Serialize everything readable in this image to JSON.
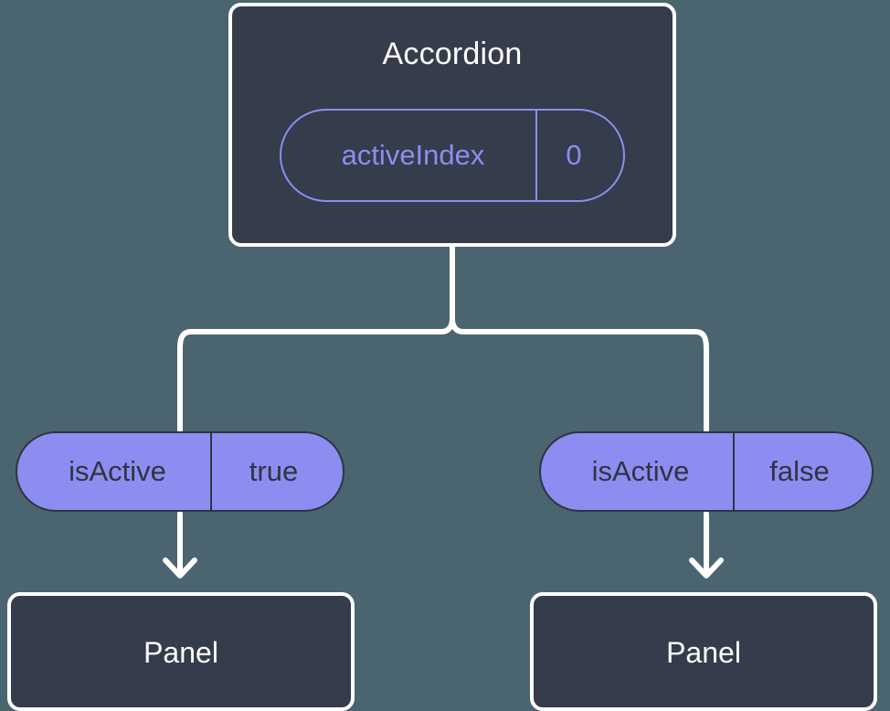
{
  "diagram": {
    "title_text": "Accordion",
    "background_color": "#4a6570",
    "node_fill": "#353c4b",
    "node_stroke": "#ffffff",
    "accent_purple": "#8b8ef0",
    "dark_text": "#2f3440",
    "parent": {
      "name": "Accordion",
      "state": {
        "key": "activeIndex",
        "value": "0"
      }
    },
    "children": [
      {
        "prop": {
          "key": "isActive",
          "value": "true"
        },
        "panel_label": "Panel"
      },
      {
        "prop": {
          "key": "isActive",
          "value": "false"
        },
        "panel_label": "Panel"
      }
    ]
  }
}
